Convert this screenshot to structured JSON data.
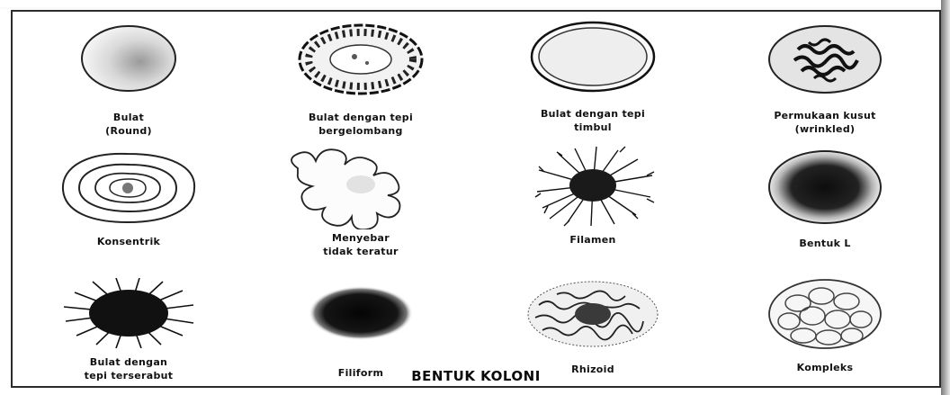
{
  "title": "BENTUK KOLONI",
  "colonies": [
    {
      "id": "round",
      "lines": [
        "Bulat",
        "(Round)"
      ]
    },
    {
      "id": "wavy",
      "lines": [
        "Bulat dengan tepi",
        "bergelombang"
      ]
    },
    {
      "id": "raised-rim",
      "lines": [
        "Bulat dengan tepi",
        "timbul"
      ]
    },
    {
      "id": "wrinkled",
      "lines": [
        "Permukaan kusut",
        "(wrinkled)"
      ]
    },
    {
      "id": "concentric",
      "lines": [
        "Konsentrik"
      ]
    },
    {
      "id": "irregular",
      "lines": [
        "Menyebar",
        "tidak teratur"
      ]
    },
    {
      "id": "filament",
      "lines": [
        "Filamen"
      ]
    },
    {
      "id": "l-form",
      "lines": [
        "Bentuk L"
      ]
    },
    {
      "id": "fibrous",
      "lines": [
        "Bulat dengan",
        "tepi terserabut"
      ]
    },
    {
      "id": "filiform",
      "lines": [
        "Filiform"
      ]
    },
    {
      "id": "rhizoid",
      "lines": [
        "Rhizoid"
      ]
    },
    {
      "id": "complex",
      "lines": [
        "Kompleks"
      ]
    }
  ]
}
